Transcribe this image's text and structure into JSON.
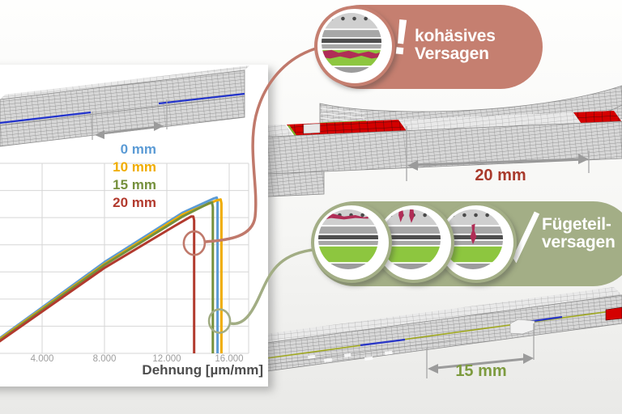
{
  "chart_panel": {
    "legend": [
      {
        "label": "0 mm",
        "color": "#5b9bd5"
      },
      {
        "label": "10 mm",
        "color": "#f0ad00"
      },
      {
        "label": "15 mm",
        "color": "#75903c"
      },
      {
        "label": "20 mm",
        "color": "#b23a2e"
      }
    ],
    "x_axis": {
      "label": "Dehnung [µm/mm]",
      "tick_labels": [
        "4.000",
        "8.000",
        "12.000",
        "16.000"
      ],
      "tick_values": [
        4000,
        8000,
        12000,
        16000
      ]
    }
  },
  "chart_data": {
    "type": "line",
    "title": "",
    "xlabel": "Dehnung [µm/mm]",
    "ylabel": "",
    "xlim": [
      2700,
      17300
    ],
    "grid": true,
    "legend_position": "top-left-inside",
    "note": "y-axis cropped off image; stress values given as % of max load",
    "series": [
      {
        "name": "0 mm",
        "color": "#5b9bd5",
        "failure_strain": 15250,
        "points": [
          [
            780,
            5
          ],
          [
            8000,
            48
          ],
          [
            13000,
            74
          ],
          [
            15000,
            81.5
          ],
          [
            15200,
            82
          ],
          [
            15250,
            80
          ],
          [
            15250,
            0
          ]
        ]
      },
      {
        "name": "10 mm",
        "color": "#f0ad00",
        "failure_strain": 15500,
        "points": [
          [
            780,
            4.5
          ],
          [
            8000,
            47
          ],
          [
            13000,
            73
          ],
          [
            15200,
            80.5
          ],
          [
            15450,
            81
          ],
          [
            15500,
            79
          ],
          [
            15500,
            0
          ]
        ]
      },
      {
        "name": "15 mm",
        "color": "#75903c",
        "failure_strain": 14950,
        "points": [
          [
            780,
            4
          ],
          [
            8000,
            46.5
          ],
          [
            13000,
            72
          ],
          [
            14700,
            79
          ],
          [
            14900,
            79.5
          ],
          [
            14950,
            77
          ],
          [
            14950,
            0
          ]
        ]
      },
      {
        "name": "20 mm",
        "color": "#b23a2e",
        "failure_strain": 13750,
        "points": [
          [
            780,
            3.5
          ],
          [
            8000,
            45
          ],
          [
            12500,
            67
          ],
          [
            13550,
            72
          ],
          [
            13700,
            72
          ],
          [
            13750,
            70
          ],
          [
            13750,
            0
          ]
        ]
      }
    ],
    "markers": [
      {
        "series": "20 mm",
        "shape": "ellipse",
        "color": "#c0796b",
        "strain": 13760,
        "pct": 58
      },
      {
        "series": "15 mm",
        "shape": "ellipse",
        "color": "#a2ad84",
        "strain": 15380,
        "pct": 17
      }
    ]
  },
  "callouts": {
    "cohesive": {
      "symbol": "!",
      "text_lines": [
        "kohäsives",
        "Versagen"
      ],
      "bubble_color": "#c57f70",
      "crack_color": "#b02d56",
      "adhesive_color": "#8dc63f",
      "icons": [
        {
          "name": "adhesive-layer-crack-icon",
          "crack": "cohesive"
        }
      ]
    },
    "adherend": {
      "symbol": "✓",
      "text_lines": [
        "Fügeteil-",
        "versagen"
      ],
      "bubble_color": "#a3ae86",
      "crack_color": "#b02d56",
      "adhesive_color": "#8dc63f",
      "icons": [
        {
          "name": "adherend-surface-crack-icon",
          "crack": "surface"
        },
        {
          "name": "adherend-top-cracks-icon",
          "crack": "vertical-top"
        },
        {
          "name": "adherend-mid-crack-icon",
          "crack": "vertical-mid"
        }
      ]
    }
  },
  "dimensions": {
    "d20": {
      "label": "20 mm",
      "color": "#a93a2c"
    },
    "d15": {
      "label": "15 mm",
      "color": "#7d9b3f"
    }
  }
}
